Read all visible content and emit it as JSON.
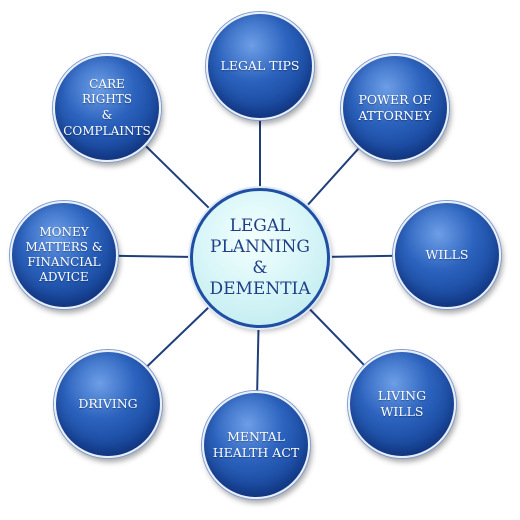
{
  "diagram": {
    "center": {
      "label": "LEGAL\nPLANNING &\nDEMENTIA"
    },
    "nodes": [
      {
        "id": "legal-tips",
        "label": "LEGAL TIPS"
      },
      {
        "id": "power-of-attorney",
        "label": "POWER OF\nATTORNEY"
      },
      {
        "id": "wills",
        "label": "WILLS"
      },
      {
        "id": "living-wills",
        "label": "LIVING\nWILLS"
      },
      {
        "id": "mental-health-act",
        "label": "MENTAL\nHEALTH ACT"
      },
      {
        "id": "driving",
        "label": "DRIVING"
      },
      {
        "id": "money-matters",
        "label": "MONEY\nMATTERS &\nFINANCIAL\nADVICE"
      },
      {
        "id": "care-rights",
        "label": "CARE RIGHTS\n& COMPLAINTS"
      }
    ],
    "colors": {
      "outer_fill": "#1a4aa0",
      "center_fill": "#d9f6f8",
      "center_text": "#1f3f86",
      "connector": "#1f3f7a"
    }
  }
}
